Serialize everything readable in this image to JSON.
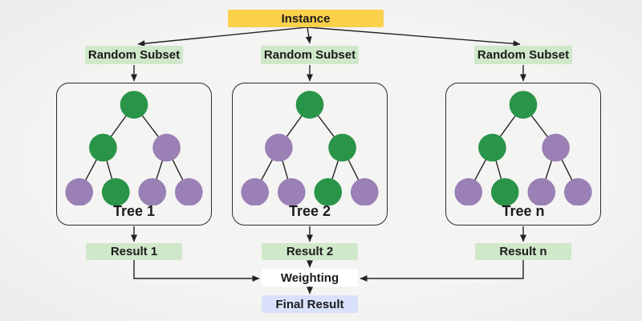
{
  "colors": {
    "instance_bg": "#fbd04b",
    "subset_bg": "#cfe8ca",
    "result_bg": "#cfe8ca",
    "weighting_bg": "#ffffff",
    "final_bg": "#d9e1fb",
    "node_green": "#2a9448",
    "node_purple": "#9a80b5",
    "arrow": "#222222",
    "tree_border": "#2c2c2c",
    "text": "#1b1b1b"
  },
  "instance": {
    "label": "Instance"
  },
  "subsets": [
    {
      "label": "Random Subset"
    },
    {
      "label": "Random Subset"
    },
    {
      "label": "Random Subset"
    }
  ],
  "trees": [
    {
      "label": "Tree 1",
      "nodes": [
        "green",
        "green",
        "purple",
        "purple",
        "green",
        "purple",
        "purple"
      ]
    },
    {
      "label": "Tree 2",
      "nodes": [
        "green",
        "purple",
        "green",
        "purple",
        "purple",
        "green",
        "purple"
      ]
    },
    {
      "label": "Tree n",
      "nodes": [
        "green",
        "green",
        "purple",
        "purple",
        "green",
        "purple",
        "purple"
      ]
    }
  ],
  "results": [
    {
      "label": "Result 1"
    },
    {
      "label": "Result 2"
    },
    {
      "label": "Result n"
    }
  ],
  "weighting": {
    "label": "Weighting"
  },
  "final_result": {
    "label": "Final Result"
  }
}
